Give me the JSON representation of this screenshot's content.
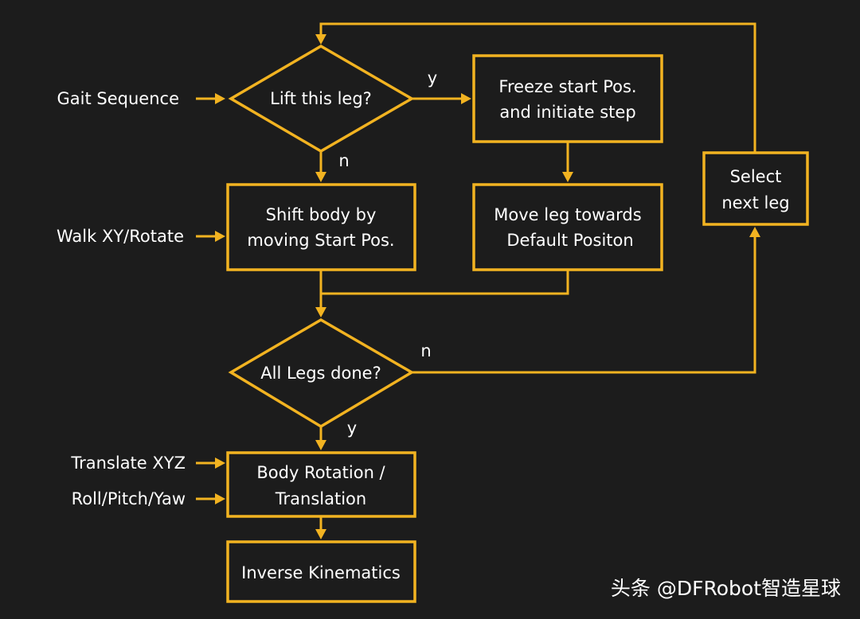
{
  "colors": {
    "background": "#1c1c1c",
    "accent": "#f2b321",
    "text": "#ffffff"
  },
  "inputs": {
    "gait_sequence": "Gait Sequence",
    "walk_xy_rotate": "Walk XY/Rotate",
    "translate_xyz": "Translate XYZ",
    "roll_pitch_yaw": "Roll/Pitch/Yaw"
  },
  "nodes": {
    "lift_leg": {
      "line1": "Lift this leg?"
    },
    "freeze": {
      "line1": "Freeze start Pos.",
      "line2": "and initiate step"
    },
    "shift_body": {
      "line1": "Shift body by",
      "line2": "moving Start Pos."
    },
    "move_leg": {
      "line1": "Move leg towards",
      "line2": "Default Positon"
    },
    "select_next": {
      "line1": "Select",
      "line2": "next leg"
    },
    "all_done": {
      "line1": "All Legs done?"
    },
    "body_rotation": {
      "line1": "Body Rotation /",
      "line2": "Translation"
    },
    "inverse_kinematics": {
      "line1": "Inverse Kinematics"
    }
  },
  "edge_labels": {
    "lift_yes": "y",
    "lift_no": "n",
    "done_no": "n",
    "done_yes": "y"
  },
  "watermark": "头条 @DFRobot智造星球"
}
